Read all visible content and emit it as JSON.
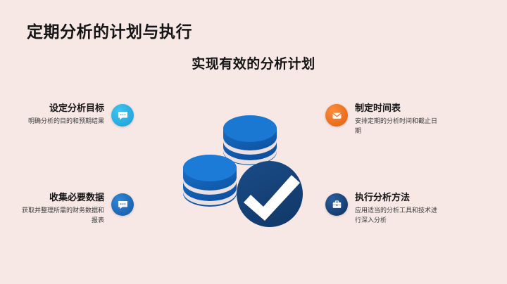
{
  "slide": {
    "title": "定期分析的计划与执行",
    "subtitle": "实现有效的分析计划",
    "background_color": "#f7e8e6",
    "title_color": "#151515"
  },
  "center_graphic": {
    "name": "coins-and-checkmark-illustration",
    "coin_color": "#1565c0",
    "coin_color_dark": "#0d4f9e",
    "check_circle_color": "#16467e",
    "check_mark_color": "#ffffff"
  },
  "features": [
    {
      "title": "设定分析目标",
      "desc": "明确分析的目的和预期结果",
      "icon": "chat-bubble-icon",
      "icon_color": "#29b6e8",
      "icon_color_dark": "#1b9fd6",
      "side": "left"
    },
    {
      "title": "收集必要数据",
      "desc": "获取并整理所需的财务数据和报表",
      "icon": "chat-bubble-icon",
      "icon_color": "#1f6fc4",
      "icon_color_dark": "#14579f",
      "side": "left"
    },
    {
      "title": "制定时间表",
      "desc": "安排定期的分析时间和截止日期",
      "icon": "envelope-icon",
      "icon_color": "#f4701f",
      "icon_color_dark": "#e0600f",
      "side": "right"
    },
    {
      "title": "执行分析方法",
      "desc": "应用适当的分析工具和技术进行深入分析",
      "icon": "briefcase-icon",
      "icon_color": "#153f78",
      "icon_color_dark": "#0e2e5c",
      "side": "right"
    }
  ]
}
